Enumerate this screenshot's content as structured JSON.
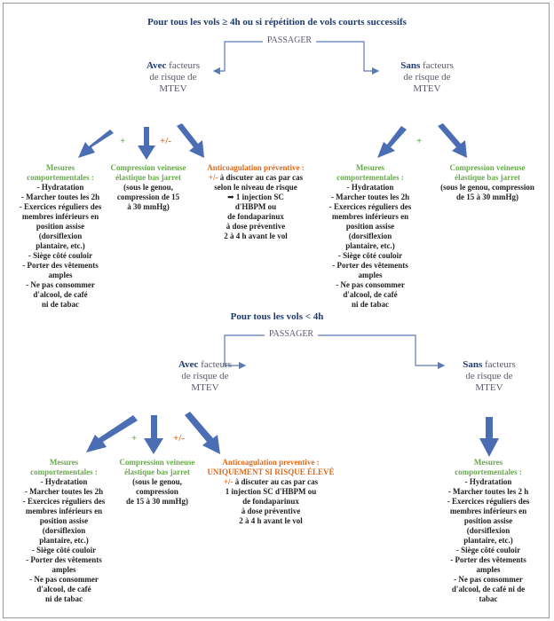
{
  "colors": {
    "arrow": "#4a6db4",
    "connector": "#5b79b8",
    "green": "#6aa84f",
    "orange": "#e06a1a",
    "navy": "#1f3a6e"
  },
  "section1": {
    "title": "Pour tous les vols ≥ 4h ou si répétition de vols courts successifs",
    "passenger": "PASSAGER",
    "with": {
      "bold": "Avec",
      "rest": " facteurs",
      "line2": "de risque de",
      "line3": "MTEV"
    },
    "without": {
      "bold": "Sans",
      "rest": " facteurs",
      "line2": "de risque de",
      "line3": "MTEV"
    },
    "plus_left": "+",
    "pm_left": "+/-",
    "plus_right": "+",
    "box_behav_left": {
      "heading": [
        "Mesures",
        "comportementales :"
      ],
      "items": [
        "-  Hydratation",
        "-  Marcher toutes les 2h",
        "-  Exercices réguliers des",
        "membres inférieurs en",
        "position assise",
        "(dorsiflexion",
        "plantaire, etc.)",
        "-  Siège côté couloir",
        "-  Porter des vêtements",
        "amples",
        "-  Ne pas consommer",
        "d'alcool, de café",
        "ni de tabac"
      ]
    },
    "box_compress_left": {
      "heading": [
        "Compression veineuse",
        "élastique bas jarret"
      ],
      "items": [
        "(sous le genou,",
        "compression de 15",
        "à 30 mmHg)"
      ]
    },
    "box_anticoag": {
      "heading": [
        "Anticoagulation préventive :"
      ],
      "lead": "+/-",
      "items_first": " à discuter au cas par cas",
      "items": [
        "selon le niveau de risque",
        "➡ 1 injection SC",
        "d'HBPM ou",
        "de fondaparinux",
        "à dose préventive",
        "2 à 4 h avant le vol"
      ]
    },
    "box_behav_right": {
      "heading": [
        "Mesures",
        "comportementales :"
      ],
      "items": [
        "-  Hydratation",
        "-  Marcher toutes les 2h",
        "-  Exercices réguliers des",
        "membres inférieurs en",
        "position assise",
        "(dorsiflexion",
        "plantaire, etc.)",
        "-  Siège côté couloir",
        "-  Porter des vêtements",
        "amples",
        "-  Ne pas consommer",
        "d'alcool, de café",
        "ni de tabac"
      ]
    },
    "box_compress_right": {
      "heading": [
        "Compression veineuse",
        "élastique bas jarret"
      ],
      "items": [
        "(sous le genou, compression",
        "de 15 à 30 mmHg)"
      ]
    }
  },
  "section2": {
    "title": "Pour tous les vols < 4h",
    "passenger": "PASSAGER",
    "with": {
      "bold": "Avec",
      "rest": " facteurs",
      "line2": "de risque de",
      "line3": "MTEV"
    },
    "without": {
      "bold": "Sans",
      "rest": " facteurs",
      "line2": "de risque de",
      "line3": "MTEV"
    },
    "plus_left": "+",
    "pm_left": "+/-",
    "box_behav_left": {
      "heading": [
        "Mesures",
        "comportementales :"
      ],
      "items": [
        "-  Hydratation",
        "-  Marcher toutes les 2h",
        "-  Exercices réguliers des",
        "membres inférieurs en",
        "position assise",
        "(dorsiflexion",
        "plantaire, etc.)",
        "-  Siège côté couloir",
        "-  Porter des vêtements",
        "amples",
        "-  Ne pas consommer",
        "d'alcool, de café",
        "ni de tabac"
      ]
    },
    "box_compress_left": {
      "heading": [
        "Compression veineuse",
        "élastique bas jarret"
      ],
      "items": [
        "(sous le genou,",
        "compression",
        "de 15 à 30 mmHg)"
      ]
    },
    "box_anticoag": {
      "heading": [
        "Anticoagulation preventive :",
        "UNIQUEMENT SI RISQUE ÉLEVÉ"
      ],
      "lead": "+/-",
      "items_first": " à discuter au cas par cas",
      "items": [
        "1 injection SC d'HBPM ou",
        "de fondaparinux",
        "à dose préventive",
        "2 à 4 h avant le vol"
      ]
    },
    "box_behav_right": {
      "heading": [
        "Mesures",
        "comportementales :"
      ],
      "items": [
        "-  Hydratation",
        "-  Marcher toutes les 2 h",
        "-  Exercices réguliers des",
        "membres inférieurs en",
        "position assise",
        "(dorsiflexion",
        "plantaire, etc.)",
        "-  Siège côté couloir",
        "-  Porter des vêtements",
        "amples",
        "-  Ne pas consommer",
        "d'alcool, de café ni de",
        "tabac"
      ]
    }
  }
}
